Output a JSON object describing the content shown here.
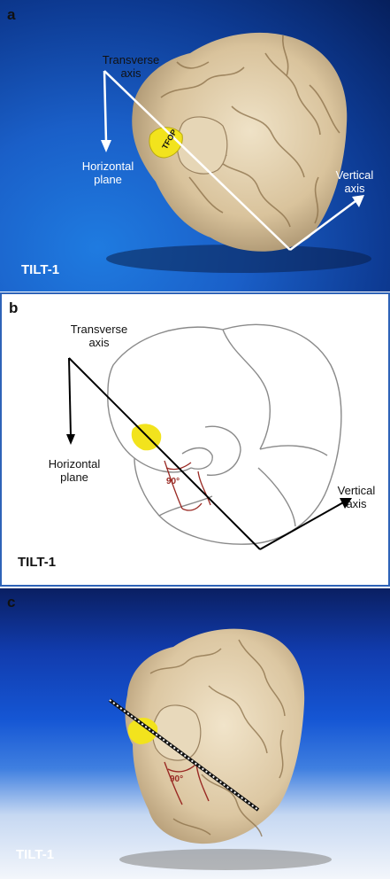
{
  "panels": {
    "a": {
      "letter": "a",
      "tilt_label": "TILT-1",
      "transverse_axis": [
        "Transverse",
        "axis"
      ],
      "horizontal_plane": [
        "Horizontal",
        "plane"
      ],
      "vertical_axis": [
        "Vertical",
        "axis"
      ],
      "structure_label": "TFOP"
    },
    "b": {
      "letter": "b",
      "tilt_label": "TILT-1",
      "transverse_axis": [
        "Transverse",
        "axis"
      ],
      "horizontal_plane": [
        "Horizontal",
        "plane"
      ],
      "vertical_axis": [
        "Vertical",
        "axis"
      ],
      "angle_label": "90°"
    },
    "c": {
      "letter": "c",
      "tilt_label": "TILT-1",
      "angle_label": "90°"
    }
  },
  "colors": {
    "structure_yellow": "#f2e31d",
    "angle_red": "#9a2a24",
    "axis_white": "#ffffff",
    "axis_black": "#000000",
    "panel_border": "#2e63b8"
  }
}
